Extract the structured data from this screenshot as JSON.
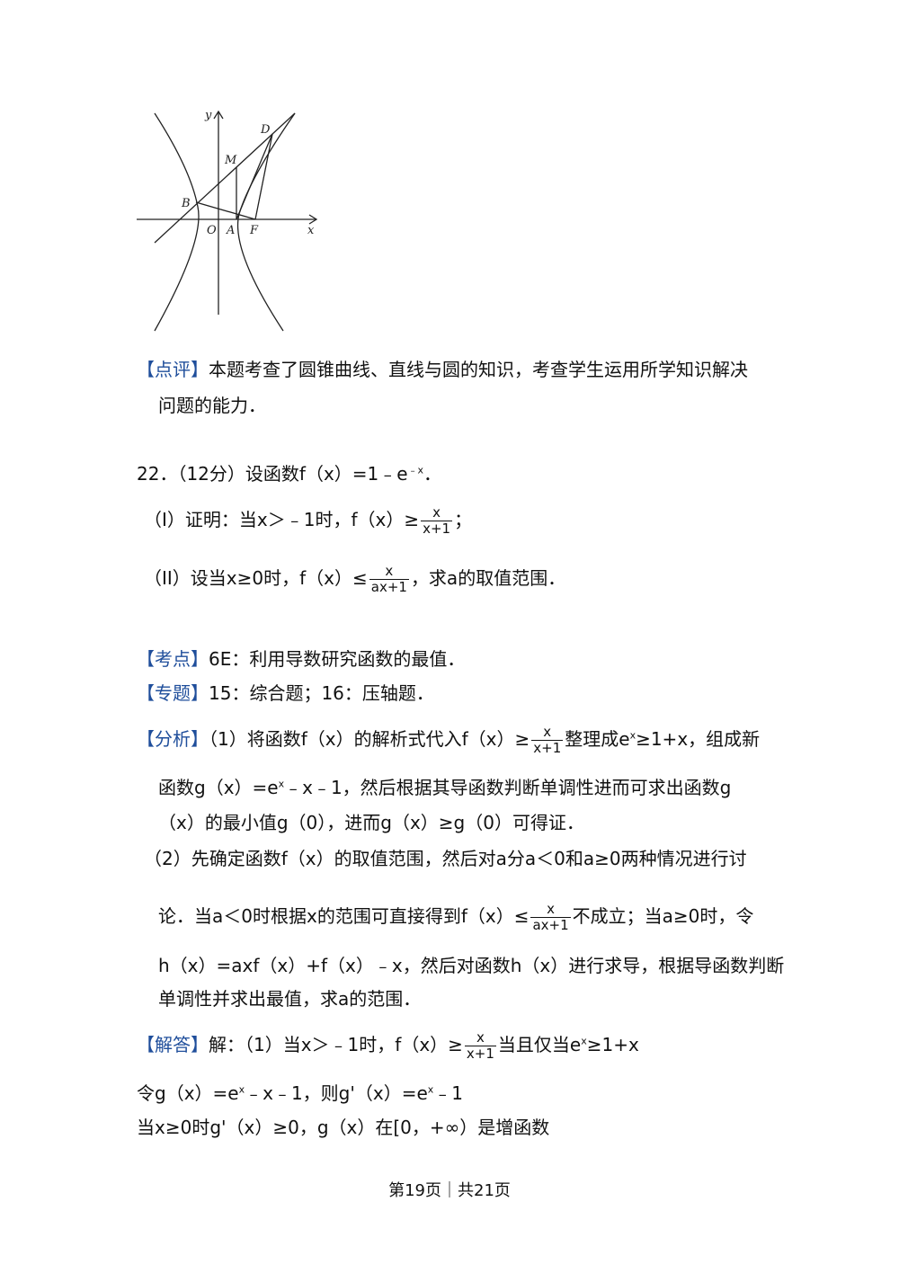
{
  "figure": {
    "labels": {
      "y": "y",
      "x": "x",
      "D": "D",
      "M": "M",
      "B": "B",
      "O": "O",
      "A": "A",
      "F": "F"
    }
  },
  "comment": {
    "tag": "【点评】",
    "line1": "本题考查了圆锥曲线、直线与圆的知识，考查学生运用所学知识解决",
    "line2": "问题的能力．"
  },
  "problem": {
    "header": "22．（12分）设函数f（x）=1﹣e",
    "header_sup": "﹣x",
    "header_end": "．",
    "part1_pre": "（I）证明：当x＞﹣1时，f（x）≥",
    "part1_num": "x",
    "part1_den": "x+1",
    "part1_post": "；",
    "part2_pre": "（II）设当x≥0时，f（x）≤",
    "part2_num": "x",
    "part2_den": "ax+1",
    "part2_post": "，求a的取值范围．"
  },
  "kaodian": {
    "tag": "【考点】",
    "text": "6E：利用导数研究函数的最值．"
  },
  "zhuanti": {
    "tag": "【专题】",
    "text": "15：综合题；16：压轴题．"
  },
  "fenxi": {
    "tag": "【分析】",
    "l1_pre": "（1）将函数f（x）的解析式代入f（x）≥",
    "l1_num": "x",
    "l1_den": "x+1",
    "l1_mid": "整理成e",
    "l1_sup": "x",
    "l1_post": "≥1+x，组成新",
    "l2_pre": "函数g（x）=e",
    "l2_sup": "x",
    "l2_post": "﹣x﹣1，然后根据其导函数判断单调性进而可求出函数g",
    "l3": "（x）的最小值g（0），进而g（x）≥g（0）可得证．",
    "l4": "（2）先确定函数f（x）的取值范围，然后对a分a＜0和a≥0两种情况进行讨",
    "l5_pre": "论．当a＜0时根据x的范围可直接得到f（x）≤",
    "l5_num": "x",
    "l5_den": "ax+1",
    "l5_post": "不成立；当a≥0时，令",
    "l6": "h（x）=axf（x）+f（x）﹣x，然后对函数h（x）进行求导，根据导函数判断",
    "l7": "单调性并求出最值，求a的范围．"
  },
  "jieda": {
    "tag": "【解答】",
    "l1_pre": "解：（1）当x＞﹣1时，f（x）≥",
    "l1_num": "x",
    "l1_den": "x+1",
    "l1_mid": "当且仅当e",
    "l1_sup": "x",
    "l1_post": "≥1+x",
    "l2_pre": "令g（x）=e",
    "l2_sup": "x",
    "l2_mid": "﹣x﹣1，则g'（x）=e",
    "l2_sup2": "x",
    "l2_post": "﹣1",
    "l3": "当x≥0时g'（x）≥0，g（x）在[0，+∞）是增函数"
  },
  "footer": "第19页｜共21页"
}
